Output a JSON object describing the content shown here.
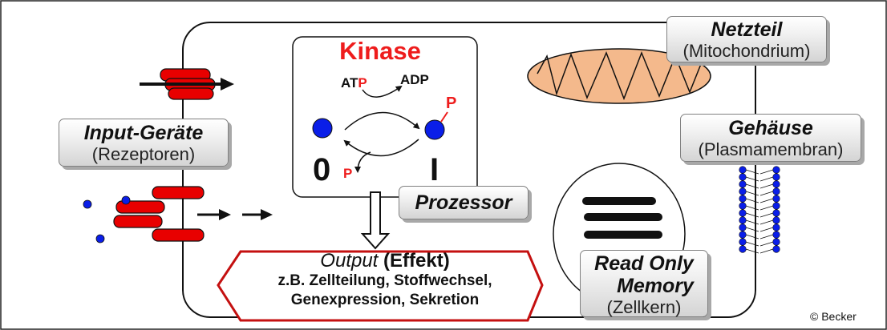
{
  "kinase": {
    "title": "Kinase",
    "atp_prefix": "AT",
    "atp_suffix": "P",
    "adp": "ADP",
    "phosphate": "P",
    "state_off": "0",
    "state_on": "I"
  },
  "processor": {
    "label": "Prozessor"
  },
  "power_supply": {
    "title": "Netzteil",
    "subtitle": "(Mitochondrium)"
  },
  "case": {
    "title": "Gehäuse",
    "subtitle": "(Plasmamembran)"
  },
  "input_devices": {
    "title": "Input-Geräte",
    "subtitle": "(Rezeptoren)"
  },
  "rom": {
    "title_line1": "Read Only",
    "title_line2": "Memory",
    "subtitle": "(Zellkern)"
  },
  "output": {
    "title_italic": "Output",
    "title_bold": "(Effekt)",
    "line1": "z.B. Zellteilung, Stoffwechsel,",
    "line2": "Genexpression, Sekretion"
  },
  "copyright": "© Becker",
  "colors": {
    "accent_red": "#ee1c1c",
    "receptor_red": "#e80000",
    "molecule_blue": "#0a1ee8",
    "mitochondrion_fill": "#f4b98c",
    "label_box_gray": "#d4d4d4"
  }
}
